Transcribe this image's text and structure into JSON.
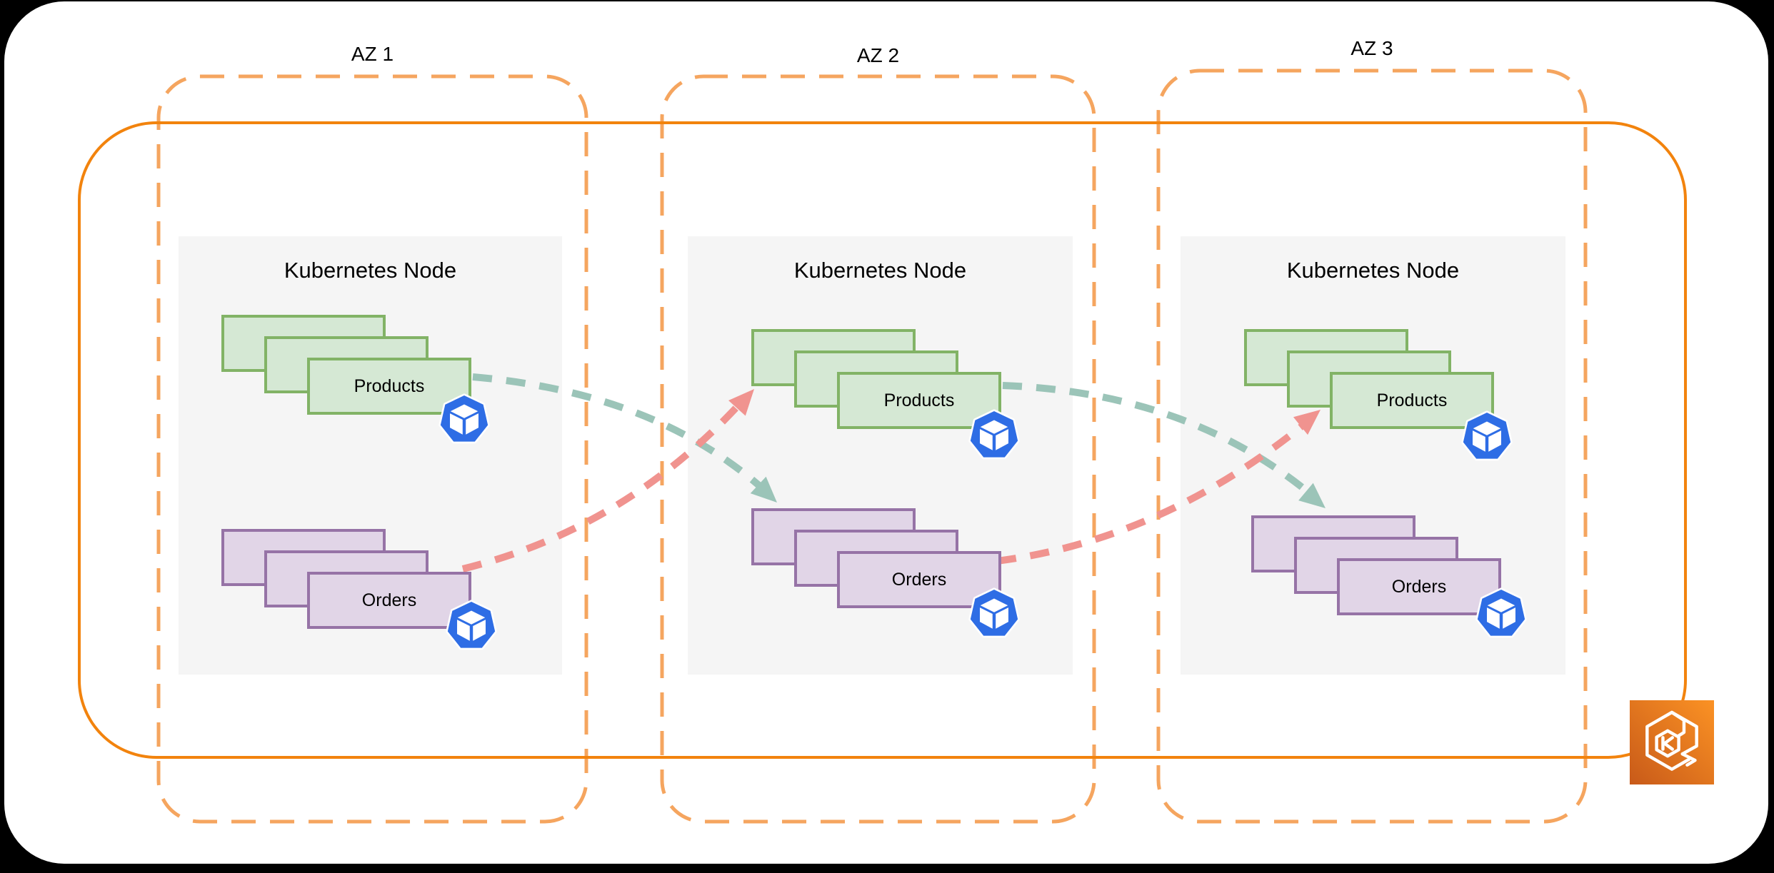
{
  "diagram": {
    "description_labels": {
      "az1": "AZ 1",
      "az2": "AZ 2",
      "az3": "AZ 3"
    }
  },
  "azs": [
    {
      "label": "AZ 1",
      "node": {
        "title": "Kubernetes Node"
      },
      "workloads": [
        {
          "name": "Products"
        },
        {
          "name": "Orders"
        }
      ]
    },
    {
      "label": "AZ 2",
      "node": {
        "title": "Kubernetes Node"
      },
      "workloads": [
        {
          "name": "Products"
        },
        {
          "name": "Orders"
        }
      ]
    },
    {
      "label": "AZ 3",
      "node": {
        "title": "Kubernetes Node"
      },
      "workloads": [
        {
          "name": "Products"
        },
        {
          "name": "Orders"
        }
      ]
    }
  ],
  "icons": {
    "pod": "kubernetes-pod-icon",
    "eks": "amazon-eks-icon"
  },
  "colors": {
    "frame_background": "#000000",
    "canvas": "#ffffff",
    "cluster_border": "#f2830d",
    "az_border": "#f5a55f",
    "node_fill": "#f5f5f5",
    "products_fill": "#d5e8d4",
    "products_border": "#82b366",
    "orders_fill": "#e1d5e7",
    "orders_border": "#9673a6",
    "arrow_teal": "#9bc4b8",
    "arrow_pink": "#f0938f",
    "pod_blue": "#2e6de5",
    "eks_gradient_start": "#c85a19",
    "eks_gradient_end": "#fb9224"
  }
}
